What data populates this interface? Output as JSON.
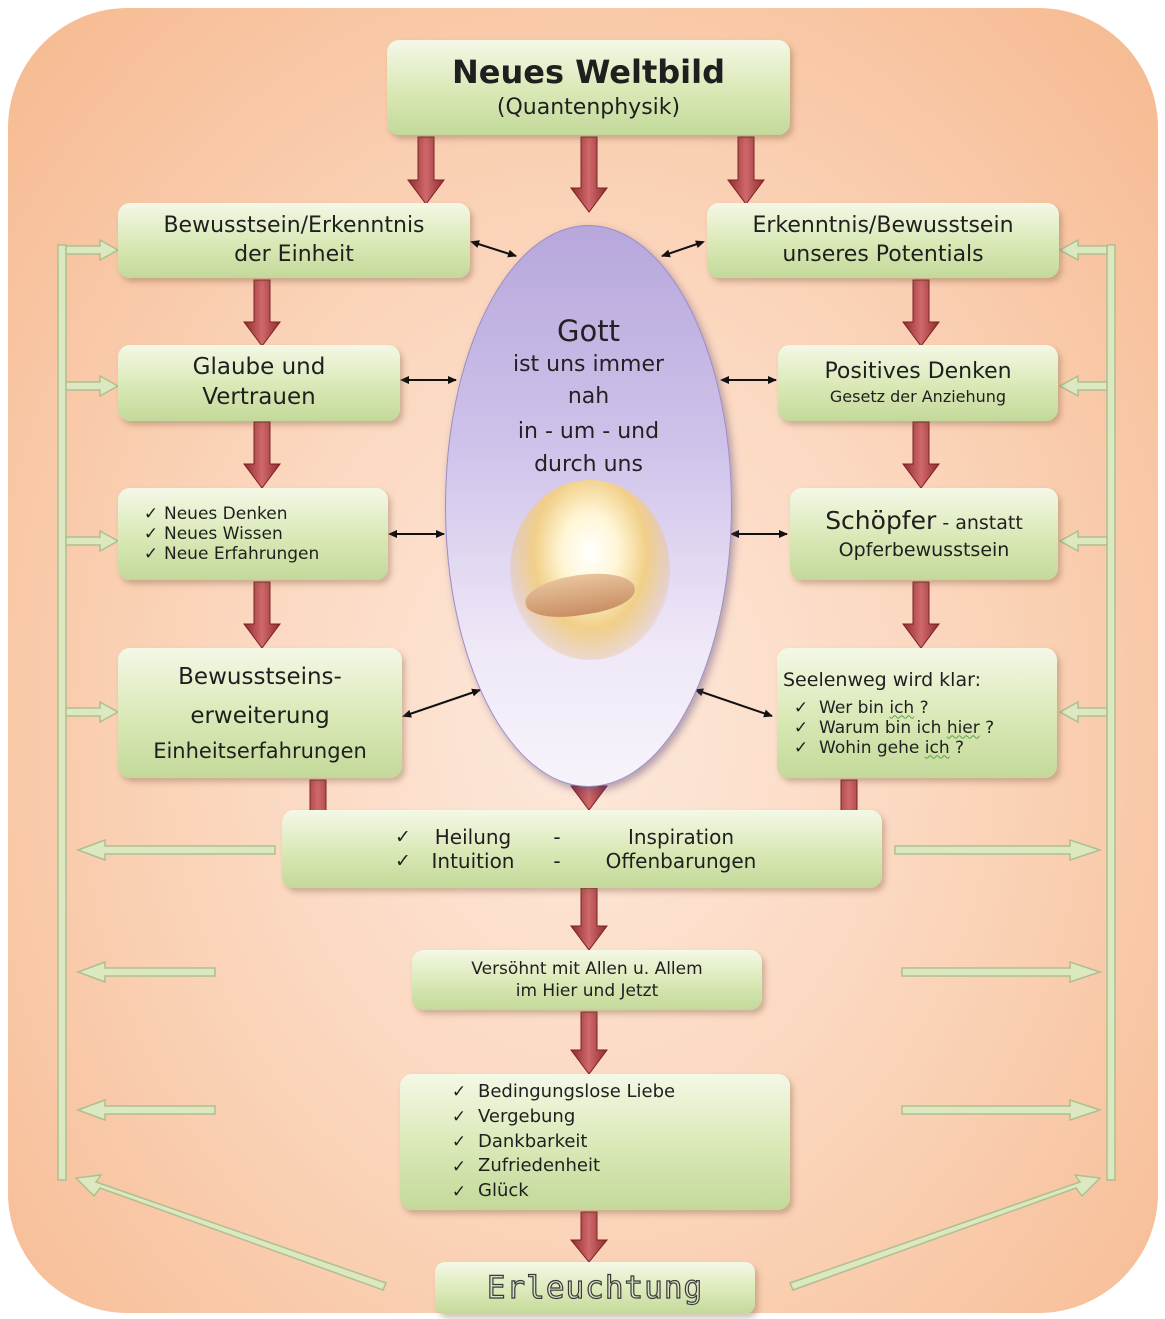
{
  "top": {
    "title": "Neues Weltbild",
    "subtitle": "(Quantenphysik)"
  },
  "left": {
    "b1": [
      "Bewusstsein/Erkenntnis",
      "der Einheit"
    ],
    "b2": [
      "Glaube und",
      "Vertrauen"
    ],
    "b3": [
      "Neues Denken",
      "Neues Wissen",
      "Neue  Erfahrungen"
    ],
    "b4": [
      "Bewusstseins-",
      "erweiterung",
      "Einheitserfahrungen"
    ]
  },
  "right": {
    "b1": [
      "Erkenntnis/Bewusstsein",
      "unseres Potentials"
    ],
    "b2": [
      "Positives Denken",
      "Gesetz der Anziehung"
    ],
    "b3": {
      "word": "Schöpfer",
      "rest": " - anstatt",
      "line2": "Opferbewusstsein"
    },
    "b4": {
      "title": "Seelenweg wird klar:",
      "items": [
        {
          "pre": "Wer bin ",
          "mark": "ich",
          "post": " ?"
        },
        {
          "pre": "Warum bin ich ",
          "mark": "hier",
          "post": " ?"
        },
        {
          "pre": "Wohin gehe ",
          "mark": "ich",
          "post": " ?"
        }
      ]
    }
  },
  "center": [
    "Gott",
    "ist uns immer",
    "nah",
    "in - um - und",
    "durch uns"
  ],
  "mid": {
    "row1": [
      "Heilung",
      "-",
      "Inspiration"
    ],
    "row2": [
      "Intuition",
      "-",
      "Offenbarungen"
    ]
  },
  "reconciled": [
    "Versöhnt mit Allen u. Allem",
    "im Hier und Jetzt"
  ],
  "virtues": [
    "Bedingungslose Liebe",
    "Vergebung",
    "Dankbarkeit",
    "Zufriedenheit",
    "Glück"
  ],
  "final": "Erleuchtung",
  "checkmark": "✓",
  "colors": {
    "arrow": "#b5484a",
    "box": "#d9e8b5",
    "ellipse": "#b7a7dc",
    "feedback": "#dce8c0"
  }
}
